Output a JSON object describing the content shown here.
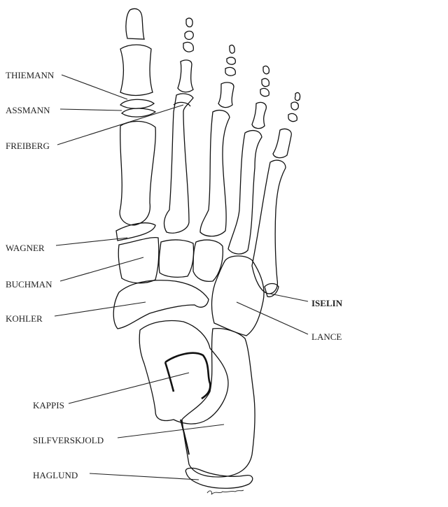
{
  "labels": {
    "thiemann": "THIEMANN",
    "assmann": "ASSMANN",
    "freiberg": "FREIBERG",
    "wagner": "WAGNER",
    "buchman": "BUCHMAN",
    "kohler": "KOHLER",
    "iselin": "ISELIN",
    "lance": "LANCE",
    "kappis": "KAPPIS",
    "silfverskjold": "SILFVERSKJOLD",
    "haglund": "HAGLUND"
  }
}
